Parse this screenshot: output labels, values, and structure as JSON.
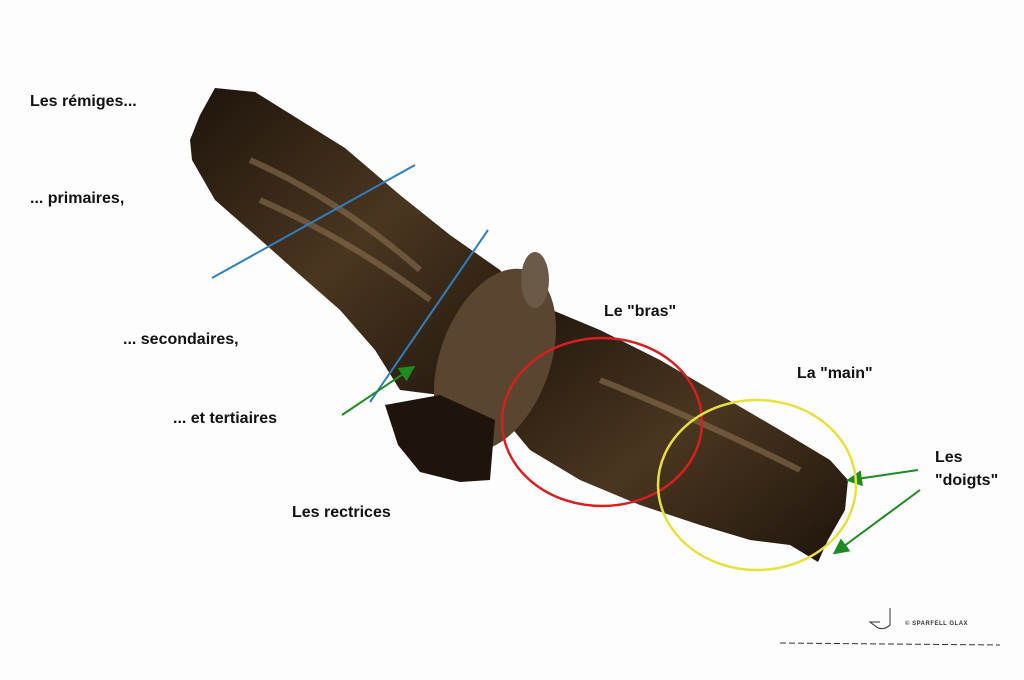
{
  "labels": {
    "remiges": "Les rémiges...",
    "primaires": "... primaires,",
    "secondaires": "... secondaires,",
    "tertiaires": "... et tertiaires",
    "rectrices": "Les rectrices",
    "bras": "Le \"bras\"",
    "main": "La \"main\"",
    "doigts_line1": "Les",
    "doigts_line2": "\"doigts\""
  },
  "watermark": "© SPARFELL GLAX",
  "colors": {
    "blue_lines": "#2f7fc0",
    "green_arrows": "#1f8a1f",
    "red_circle": "#d42020",
    "yellow_circle": "#e8e040",
    "bird": "#2a1d12"
  }
}
